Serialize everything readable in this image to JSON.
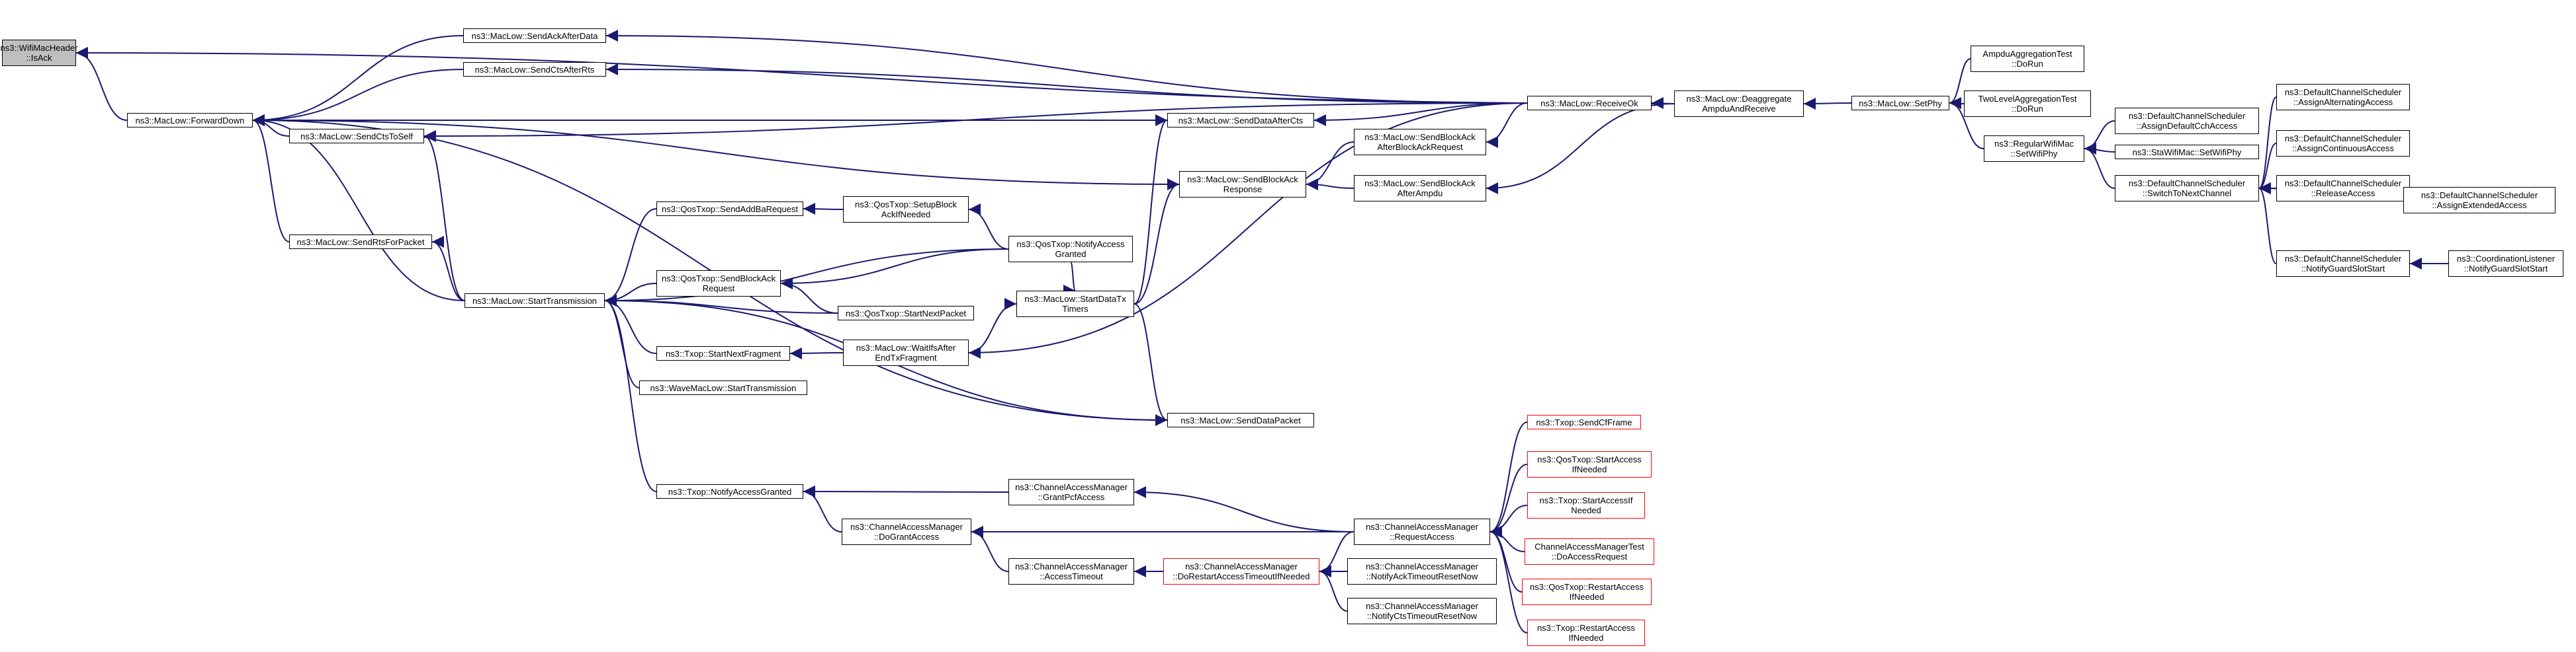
{
  "nodes": {
    "n0": [
      "ns3::WifiMacHeader",
      "::IsAck"
    ],
    "n1": [
      "ns3::MacLow::ForwardDown"
    ],
    "n2": [
      "ns3::MacLow::SendAckAfterData"
    ],
    "n3": [
      "ns3::MacLow::SendCtsAfterRts"
    ],
    "n4": [
      "ns3::MacLow::SendCtsToSelf"
    ],
    "n5": [
      "ns3::MacLow::SendRtsForPacket"
    ],
    "n6": [
      "ns3::MacLow::StartTransmission"
    ],
    "n7": [
      "ns3::MacLow::SendDataAfterCts"
    ],
    "n8": [
      "ns3::MacLow::SendBlockAck",
      "Response"
    ],
    "n9": [
      "ns3::MacLow::SendDataPacket"
    ],
    "n10": [
      "ns3::QosTxop::SendAddBaRequest"
    ],
    "n11": [
      "ns3::QosTxop::SetupBlock",
      "AckIfNeeded"
    ],
    "n12": [
      "ns3::QosTxop::SendBlockAck",
      "Request"
    ],
    "n13": [
      "ns3::QosTxop::NotifyAccess",
      "Granted"
    ],
    "n14": [
      "ns3::QosTxop::StartNextPacket"
    ],
    "n15": [
      "ns3::Txop::StartNextFragment"
    ],
    "n16": [
      "ns3::MacLow::WaitIfsAfter",
      "EndTxFragment"
    ],
    "n17": [
      "ns3::MacLow::StartDataTx",
      "Timers"
    ],
    "n18": [
      "ns3::WaveMacLow::StartTransmission"
    ],
    "n19": [
      "ns3::Txop::NotifyAccessGranted"
    ],
    "n20": [
      "ns3::ChannelAccessManager",
      "::GrantPcfAccess"
    ],
    "n21": [
      "ns3::ChannelAccessManager",
      "::DoGrantAccess"
    ],
    "n22": [
      "ns3::ChannelAccessManager",
      "::AccessTimeout"
    ],
    "n23": [
      "ns3::ChannelAccessManager",
      "::DoRestartAccessTimeoutIfNeeded"
    ],
    "n24": [
      "ns3::MacLow::ReceiveOk"
    ],
    "n25": [
      "ns3::MacLow::SendBlockAck",
      "AfterBlockAckRequest"
    ],
    "n26": [
      "ns3::MacLow::SendBlockAck",
      "AfterAmpdu"
    ],
    "n27": [
      "ns3::ChannelAccessManager",
      "::RequestAccess"
    ],
    "n28": [
      "ns3::ChannelAccessManager",
      "::NotifyAckTimeoutResetNow"
    ],
    "n29": [
      "ns3::ChannelAccessManager",
      "::NotifyCtsTimeoutResetNow"
    ],
    "n30": [
      "ns3::MacLow::Deaggregate",
      "AmpduAndReceive"
    ],
    "n31": [
      "ns3::MacLow::SetPhy"
    ],
    "n32": [
      "AmpduAggregationTest",
      "::DoRun"
    ],
    "n33": [
      "TwoLevelAggregationTest",
      "::DoRun"
    ],
    "n34": [
      "ns3::RegularWifiMac",
      "::SetWifiPhy"
    ],
    "n35": [
      "ns3::DefaultChannelScheduler",
      "::AssignDefaultCchAccess"
    ],
    "n36": [
      "ns3::StaWifiMac::SetWifiPhy"
    ],
    "n37": [
      "ns3::DefaultChannelScheduler",
      "::SwitchToNextChannel"
    ],
    "n38": [
      "ns3::DefaultChannelScheduler",
      "::AssignAlternatingAccess"
    ],
    "n39": [
      "ns3::DefaultChannelScheduler",
      "::AssignContinuousAccess"
    ],
    "n40": [
      "ns3::DefaultChannelScheduler",
      "::ReleaseAccess"
    ],
    "n41": [
      "ns3::DefaultChannelScheduler",
      "::AssignExtendedAccess"
    ],
    "n42": [
      "ns3::DefaultChannelScheduler",
      "::NotifyGuardSlotStart"
    ],
    "n43": [
      "ns3::CoordinationListener",
      "::NotifyGuardSlotStart"
    ],
    "n44": [
      "ns3::Txop::SendCfFrame"
    ],
    "n45": [
      "ns3::QosTxop::StartAccess",
      "IfNeeded"
    ],
    "n46": [
      "ns3::Txop::StartAccessIf",
      "Needed"
    ],
    "n47": [
      "ChannelAccessManagerTest",
      "::DoAccessRequest"
    ],
    "n48": [
      "ns3::QosTxop::RestartAccess",
      "IfNeeded"
    ],
    "n49": [
      "ns3::Txop::RestartAccess",
      "IfNeeded"
    ]
  },
  "colors": {
    "edge": "#191970",
    "highlight_fill": "#bfbfbf",
    "truncated_border": "#ff0000",
    "node_border": "#000000"
  }
}
